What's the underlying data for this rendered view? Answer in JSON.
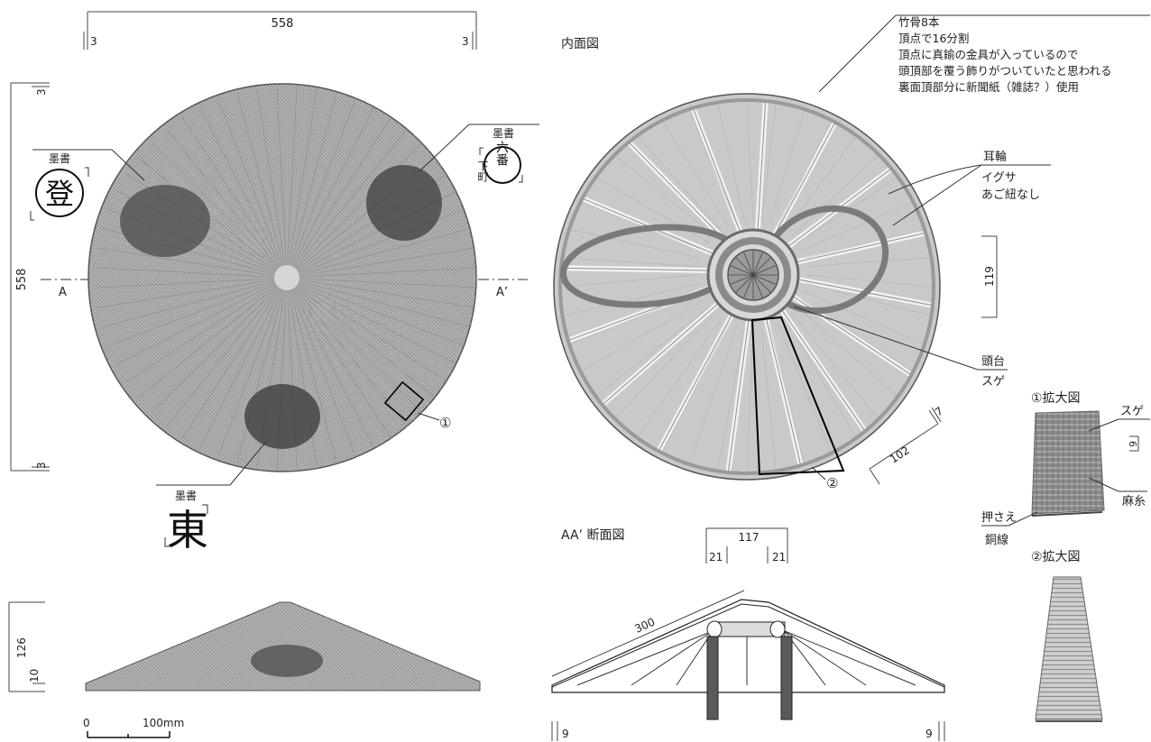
{
  "top_view": {
    "width_dim": "558",
    "left_margin_dim": "3",
    "right_margin_dim": "3",
    "height_dim": "558",
    "top_margin_dim": "3",
    "bottom_margin_dim": "3",
    "section_left": "A",
    "section_right": "A’",
    "marker_1": "①"
  },
  "inscriptions": {
    "left_label": "墨書",
    "left_char": "登",
    "right_label": "墨書",
    "right_char": "六番",
    "right_side": "下町",
    "bottom_label": "墨書",
    "bottom_char": "東"
  },
  "inner_view": {
    "title": "内面図",
    "notes": [
      "竹骨8本",
      "頂点で16分割",
      "頂点に真鍮の金具が入っているので",
      "頭頂部を覆う飾りがついていたと思われる",
      "裏面頂部分に新聞紙（雑誌？）使用"
    ],
    "ear_ring_label": "耳輪",
    "ear_ring_material": "イグサ",
    "ear_ring_note": "あご紐なし",
    "dim_119": "119",
    "head_stand_label": "頭台",
    "head_stand_material": "スゲ",
    "dim_102": "102",
    "dim_7": "7",
    "marker_2": "②"
  },
  "enlarge_1": {
    "title": "①拡大図",
    "suge": "スゲ",
    "dim_9": "9",
    "asa": "麻糸",
    "osae": "押さえ",
    "dousen": "銅線"
  },
  "enlarge_2": {
    "title": "②拡大図"
  },
  "section": {
    "title": "AA’ 断面図",
    "top_dim": "117",
    "left_sub": "21",
    "right_sub": "21",
    "slope_dim": "300",
    "left_edge": "9",
    "right_edge": "9"
  },
  "side_view": {
    "height_dim": "126",
    "base_dim": "10"
  },
  "scale": {
    "zero": "0",
    "hundred": "100mm"
  }
}
